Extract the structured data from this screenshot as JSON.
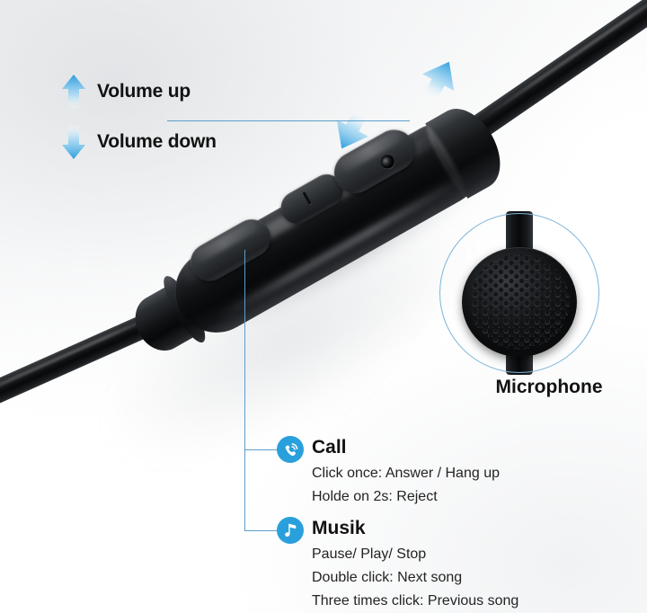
{
  "colors": {
    "accent_blue": "#29a0dc",
    "line_blue": "#5d9ec9",
    "arrow_blue": "#39a9e4",
    "text_dark": "#121212",
    "body_black": "#0b0c0d",
    "background": "#ffffff"
  },
  "volume": {
    "up_label": "Volume up",
    "down_label": "Volume down",
    "up_icon": "arrow-up-icon",
    "down_icon": "arrow-down-icon"
  },
  "microphone": {
    "label": "Microphone",
    "icon": "microphone-grille-icon"
  },
  "callouts": [
    {
      "title": "Call",
      "icon": "phone-call-icon",
      "details": [
        "Click once: Answer / Hang up",
        "Holde on 2s: Reject"
      ]
    },
    {
      "title": "Musik",
      "icon": "music-note-icon",
      "details": [
        "Pause/ Play/ Stop",
        "Double click: Next song",
        "Three times click: Previous song"
      ]
    }
  ],
  "device": {
    "name": "inline-remote-control",
    "buttons": [
      "volume-up-button",
      "volume-down-button",
      "multifunction-button"
    ],
    "mic_pinhole": "mic-pinhole"
  }
}
